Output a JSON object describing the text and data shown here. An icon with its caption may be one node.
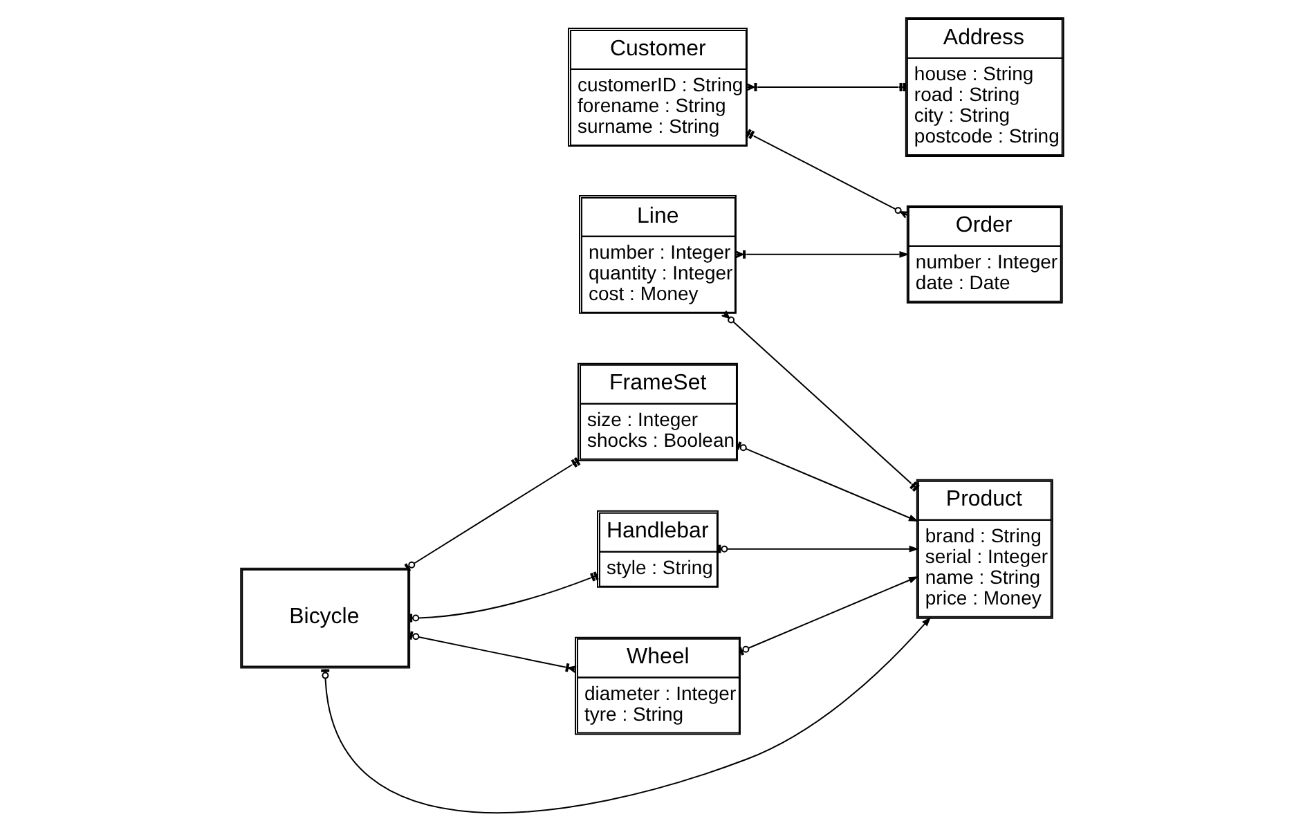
{
  "diagram": {
    "nodes": [
      {
        "text": [
          "Customer",
          "customerID : String",
          "forename : String",
          "surname : String"
        ]
      },
      {
        "text": [
          "Order",
          "number : Integer",
          "date : Date"
        ]
      },
      {
        "text": [
          "Line",
          "number : Integer",
          "quantity : Integer",
          "cost : Money"
        ]
      },
      {
        "text": [
          "Address",
          "house : String",
          "road : String",
          "city : String",
          "postcode : String"
        ]
      },
      {
        "text": [
          "FrameSet",
          "size : Integer",
          "shocks : Boolean"
        ]
      },
      {
        "text": [
          "Product",
          "brand : String",
          "serial : Integer",
          "name : String",
          "price : Money"
        ]
      },
      {
        "text": [
          "Handlebar",
          "style : String"
        ]
      },
      {
        "text": [
          "Bicycle"
        ]
      },
      {
        "text": [
          "Wheel",
          "diameter : Integer",
          "tyre : String"
        ]
      }
    ],
    "edges": [
      {
        "from": 0,
        "to": 1,
        "arrow": "other"
      },
      {
        "from": 2,
        "to": 1,
        "arrow": "to"
      },
      {
        "from": 0,
        "to": 3,
        "arrow": "other"
      },
      {
        "from": 2,
        "to": 5,
        "arrow": "other"
      },
      {
        "from": 7,
        "to": 4,
        "arrow": "other"
      },
      {
        "from": 7,
        "to": 6,
        "arrow": "other"
      },
      {
        "from": 7,
        "to": 8,
        "arrow": "other"
      },
      {
        "from": 4,
        "to": 5,
        "arrow": "to"
      },
      {
        "from": 6,
        "to": 5,
        "arrow": "to"
      },
      {
        "from": 8,
        "to": 5,
        "arrow": "to"
      },
      {
        "from": 7,
        "to": 5,
        "arrow": "to"
      }
    ]
  }
}
